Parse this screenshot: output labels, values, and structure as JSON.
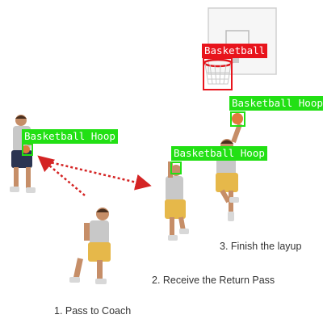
{
  "captions": {
    "step1": "1. Pass to Coach",
    "step2": "2. Receive the Return Pass",
    "step3": "3. Finish the layup"
  },
  "detections": [
    {
      "label": "Basketball",
      "color": "#e8141c",
      "text_color": "#ffffff"
    },
    {
      "label": "Basketball Hoop",
      "color": "#22e014",
      "text_color": "#ffffff"
    },
    {
      "label": "Basketball Hoop",
      "color": "#22e014",
      "text_color": "#ffffff"
    },
    {
      "label": "Basketball Hoop",
      "color": "#22e014",
      "text_color": "#ffffff"
    }
  ],
  "colors": {
    "pass_arrow": "#d42424",
    "jersey": "#c8c8c8",
    "shorts_yellow": "#e6b84a",
    "shorts_navy": "#2b3552",
    "skin": "#c68e68",
    "hair": "#4a3020",
    "ball": "#e07a3c"
  }
}
